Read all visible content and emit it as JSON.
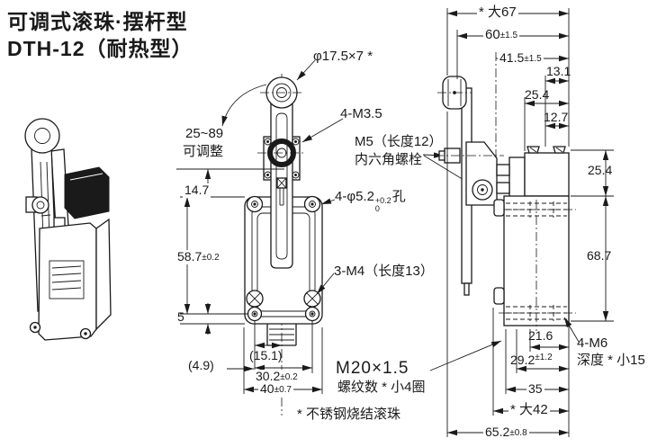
{
  "colors": {
    "ink": "#1a1a1a",
    "background": "#ffffff"
  },
  "header": {
    "title_line1": "可调式滚珠·摆杆型",
    "title_line2": "DTH-12（耐热型）"
  },
  "front_view": {
    "callouts": {
      "roller_size": "φ17.5×7 *",
      "adjust_range_line1": "25~89",
      "adjust_range_line2": "可调整",
      "lever_screws": "4-M3.5",
      "clamp_bolt_line1": "M5（长度12）",
      "clamp_bolt_line2": "内六角螺栓",
      "mount_hole_prefix": "4-φ5.2",
      "mount_hole_tol_upper": "+0.2",
      "mount_hole_tol_lower": "0",
      "mount_hole_suffix": "孔",
      "cover_screws": "3-M4（长度13）",
      "conduit_line1": "M20×1.5",
      "conduit_line2": "螺纹数 * 小4圈"
    },
    "dims": {
      "lever_offset": "14.7",
      "body_height": {
        "val": "58.7",
        "tol": "±0.2"
      },
      "hole_to_bottom": "5",
      "edge_to_hole": "(4.9)",
      "hole_to_center": "(15.1)",
      "hole_pitch": {
        "val": "30.2",
        "tol": "±0.2"
      },
      "body_width": {
        "val": "40",
        "tol": "±0.7"
      }
    }
  },
  "side_view": {
    "dims": {
      "overall_reach": "* 大67",
      "roller_to_back": {
        "val": "60",
        "tol": "±1.5"
      },
      "pivot_to_back": {
        "val": "41.5",
        "tol": "±1.5"
      },
      "head_step": "13.1",
      "head_depth": "25.4",
      "cover_step": "12.7",
      "head_height": "25.4",
      "body_height": "68.7",
      "conduit_to_back": "21.6",
      "hole_to_back": {
        "val": "29.2",
        "tol": "±1.2"
      },
      "body_depth": "35",
      "overall_depth": "* 大42",
      "overall_width": {
        "val": "65.2",
        "tol": "±0.8"
      }
    },
    "callouts": {
      "side_holes_line1": "4-M6",
      "side_holes_line2": "深度 * 小15"
    }
  },
  "footnote": "* 不锈钢烧结滚珠"
}
